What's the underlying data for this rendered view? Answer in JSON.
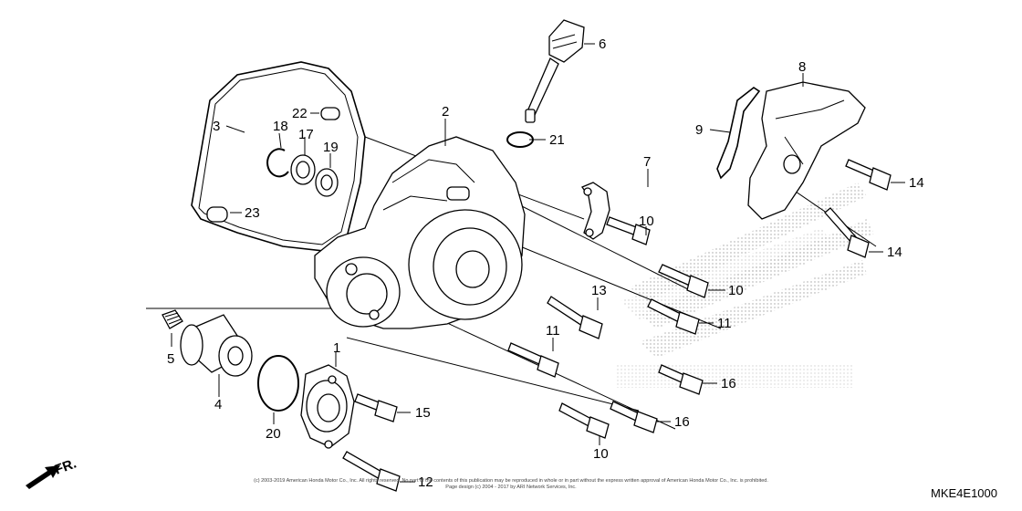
{
  "diagram": {
    "reference_code": "MKE4E1000",
    "direction_label": "FR.",
    "copyright_line1": "(c) 2003-2019 American Honda Motor Co., Inc. All rights reserved. No part of the contents of this publication may be reproduced in whole or in part without the express written approval of American Honda Motor Co., Inc. is prohibited.",
    "copyright_line2": "Page design (c) 2004 - 2017 by ARI Network Services, Inc."
  },
  "callouts": [
    {
      "id": "c1",
      "label": "1"
    },
    {
      "id": "c2",
      "label": "2"
    },
    {
      "id": "c3",
      "label": "3"
    },
    {
      "id": "c4",
      "label": "4"
    },
    {
      "id": "c5",
      "label": "5"
    },
    {
      "id": "c6",
      "label": "6"
    },
    {
      "id": "c7",
      "label": "7"
    },
    {
      "id": "c8",
      "label": "8"
    },
    {
      "id": "c9",
      "label": "9"
    },
    {
      "id": "c10a",
      "label": "10"
    },
    {
      "id": "c10b",
      "label": "10"
    },
    {
      "id": "c10c",
      "label": "10"
    },
    {
      "id": "c11a",
      "label": "11"
    },
    {
      "id": "c11b",
      "label": "11"
    },
    {
      "id": "c12",
      "label": "12"
    },
    {
      "id": "c13",
      "label": "13"
    },
    {
      "id": "c14a",
      "label": "14"
    },
    {
      "id": "c14b",
      "label": "14"
    },
    {
      "id": "c15",
      "label": "15"
    },
    {
      "id": "c16a",
      "label": "16"
    },
    {
      "id": "c16b",
      "label": "16"
    },
    {
      "id": "c17",
      "label": "17"
    },
    {
      "id": "c18",
      "label": "18"
    },
    {
      "id": "c19",
      "label": "19"
    },
    {
      "id": "c20",
      "label": "20"
    },
    {
      "id": "c21",
      "label": "21"
    },
    {
      "id": "c22",
      "label": "22"
    },
    {
      "id": "c23",
      "label": "23"
    }
  ]
}
